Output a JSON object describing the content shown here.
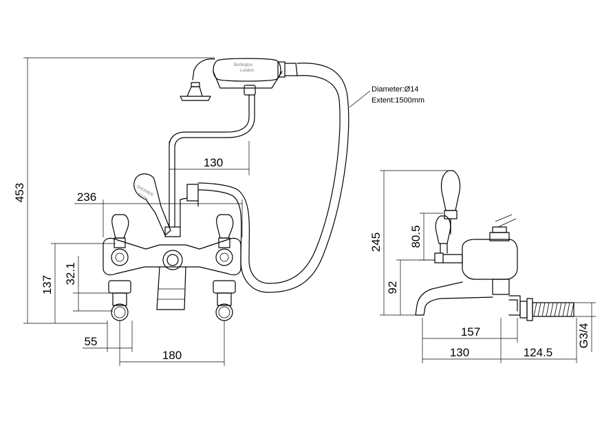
{
  "dimensions": {
    "front": {
      "height_overall": "453",
      "width_spout_hose": "236",
      "handset_offset": "130",
      "height_to_outlets": "137",
      "outlet_drop": "32.1",
      "leg_width": "55",
      "centres": "180"
    },
    "side": {
      "height_overall": "245",
      "handle_height": "80.5",
      "spout_height": "92",
      "projection": "157",
      "body_depth": "130",
      "tail_length": "124.5",
      "thread": "G3/4"
    }
  },
  "hose_note": {
    "diameter": "Diameter:Ø14",
    "extent": "Extent:1500mm"
  },
  "labels": {
    "handset_brand": "Burlington",
    "handset_sub": "London",
    "diverter_line1": "SHOWER",
    "diverter_line2": "BATH"
  }
}
